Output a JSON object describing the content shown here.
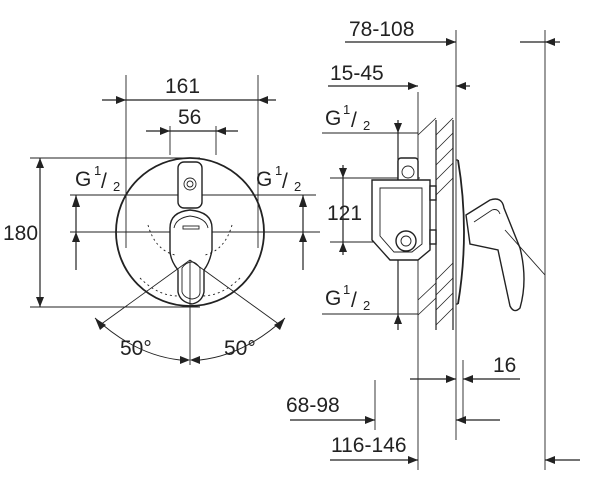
{
  "front_view": {
    "width_overall": "161",
    "width_inner": "56",
    "height_overall": "180",
    "connection_left": {
      "base": "G",
      "sup": "1",
      "sub": "2"
    },
    "connection_right": {
      "base": "G",
      "sup": "1",
      "sub": "2"
    },
    "angle_left": "50°",
    "angle_right": "50°"
  },
  "side_view": {
    "depth_top": "78-108",
    "depth_install": "15-45",
    "connection_top": {
      "base": "G",
      "sup": "1",
      "sub": "2"
    },
    "connection_bottom": {
      "base": "G",
      "sup": "1",
      "sub": "2"
    },
    "height_between": "121",
    "offset": "16",
    "depth_bottom_1": "68-98",
    "depth_bottom_2": "116-146"
  }
}
